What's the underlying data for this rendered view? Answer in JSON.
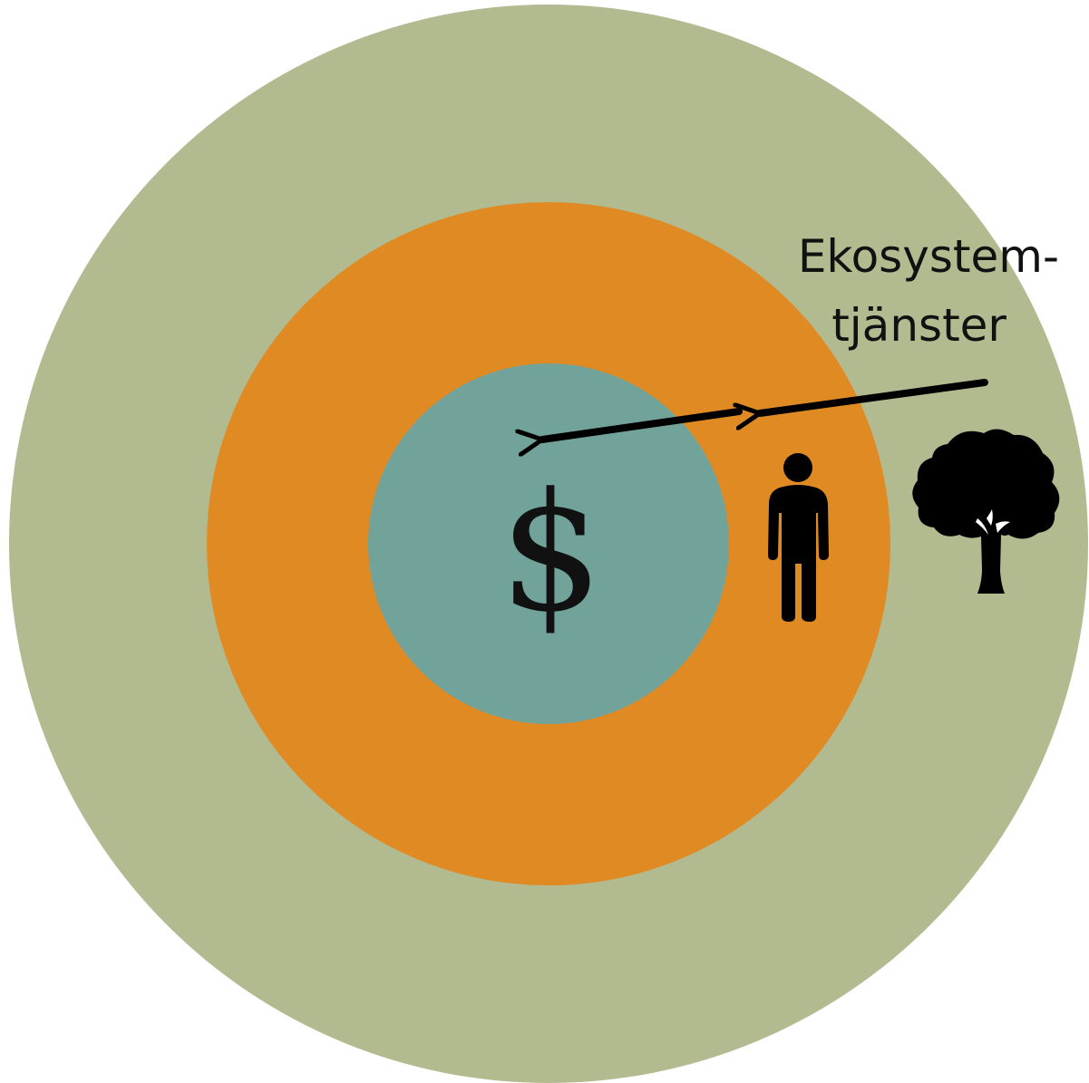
{
  "diagram": {
    "label_line1": "Ekosystem-",
    "label_line2": "tjänster",
    "center_symbol": "$"
  },
  "colors": {
    "outer_ring": "#b2ba8f",
    "middle_ring": "#e08a24",
    "inner_circle": "#72a39a",
    "ink": "#000000"
  },
  "icons": {
    "inner": "dollar-sign",
    "middle": "person-icon",
    "outer": "tree-icon"
  }
}
